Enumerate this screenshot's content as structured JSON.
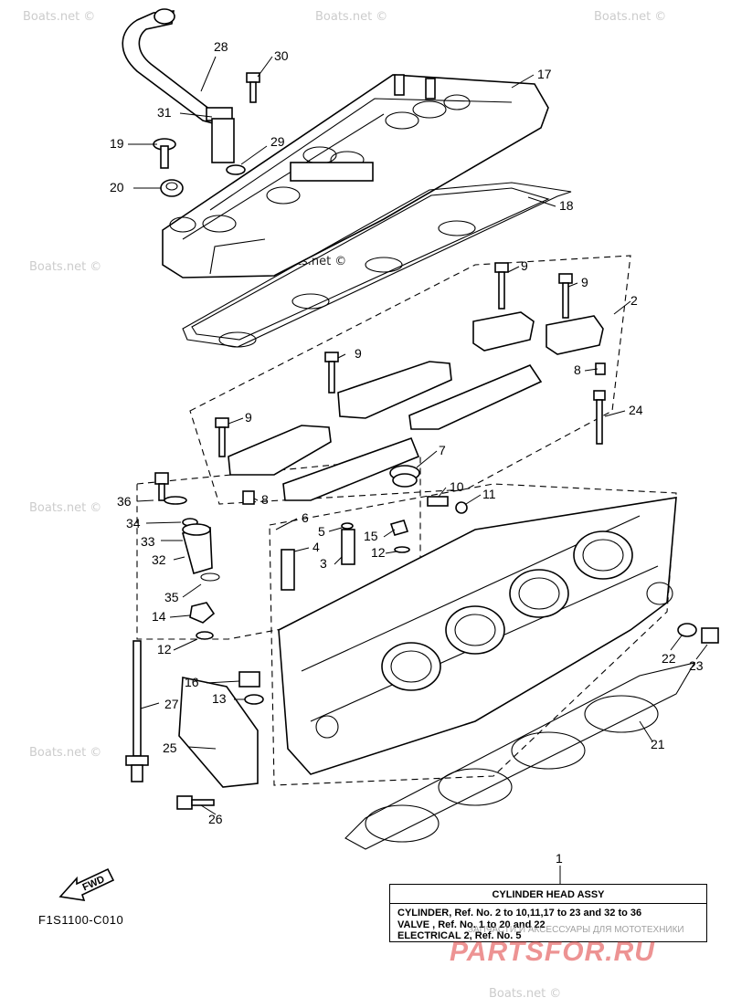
{
  "diagram": {
    "code": "F1S1100-C010",
    "fwd_label": "FWD",
    "callouts": [
      "1",
      "2",
      "3",
      "4",
      "5",
      "6",
      "7",
      "8",
      "8",
      "9",
      "9",
      "9",
      "9",
      "10",
      "11",
      "12",
      "12",
      "13",
      "14",
      "15",
      "16",
      "17",
      "18",
      "19",
      "20",
      "21",
      "22",
      "23",
      "24",
      "25",
      "26",
      "27",
      "28",
      "29",
      "30",
      "31",
      "32",
      "33",
      "34",
      "35",
      "36"
    ],
    "legend": {
      "title": "CYLINDER HEAD ASSY",
      "line1": "CYLINDER, Ref. No. 2 to 10,11,17 to 23 and 32 to 36",
      "line2": "VALVE , Ref. No. 1 to 20 and 22",
      "line3": "ELECTRICAL 2, Ref. No. 5"
    },
    "watermarks": [
      "Boats.net ©",
      "Boats.net ©",
      "Boats.net ©",
      "Boats.net ©",
      "Boats.net ©",
      "Boats.net ©",
      "Boats.net ©",
      "Boats.net ©"
    ],
    "watermark_brand": "PARTSFOR.RU",
    "watermark_brand_sub": "ЗАПЧАСТИ И АКСЕССУАРЫ ДЛЯ МОТОТЕХНИКИ"
  }
}
